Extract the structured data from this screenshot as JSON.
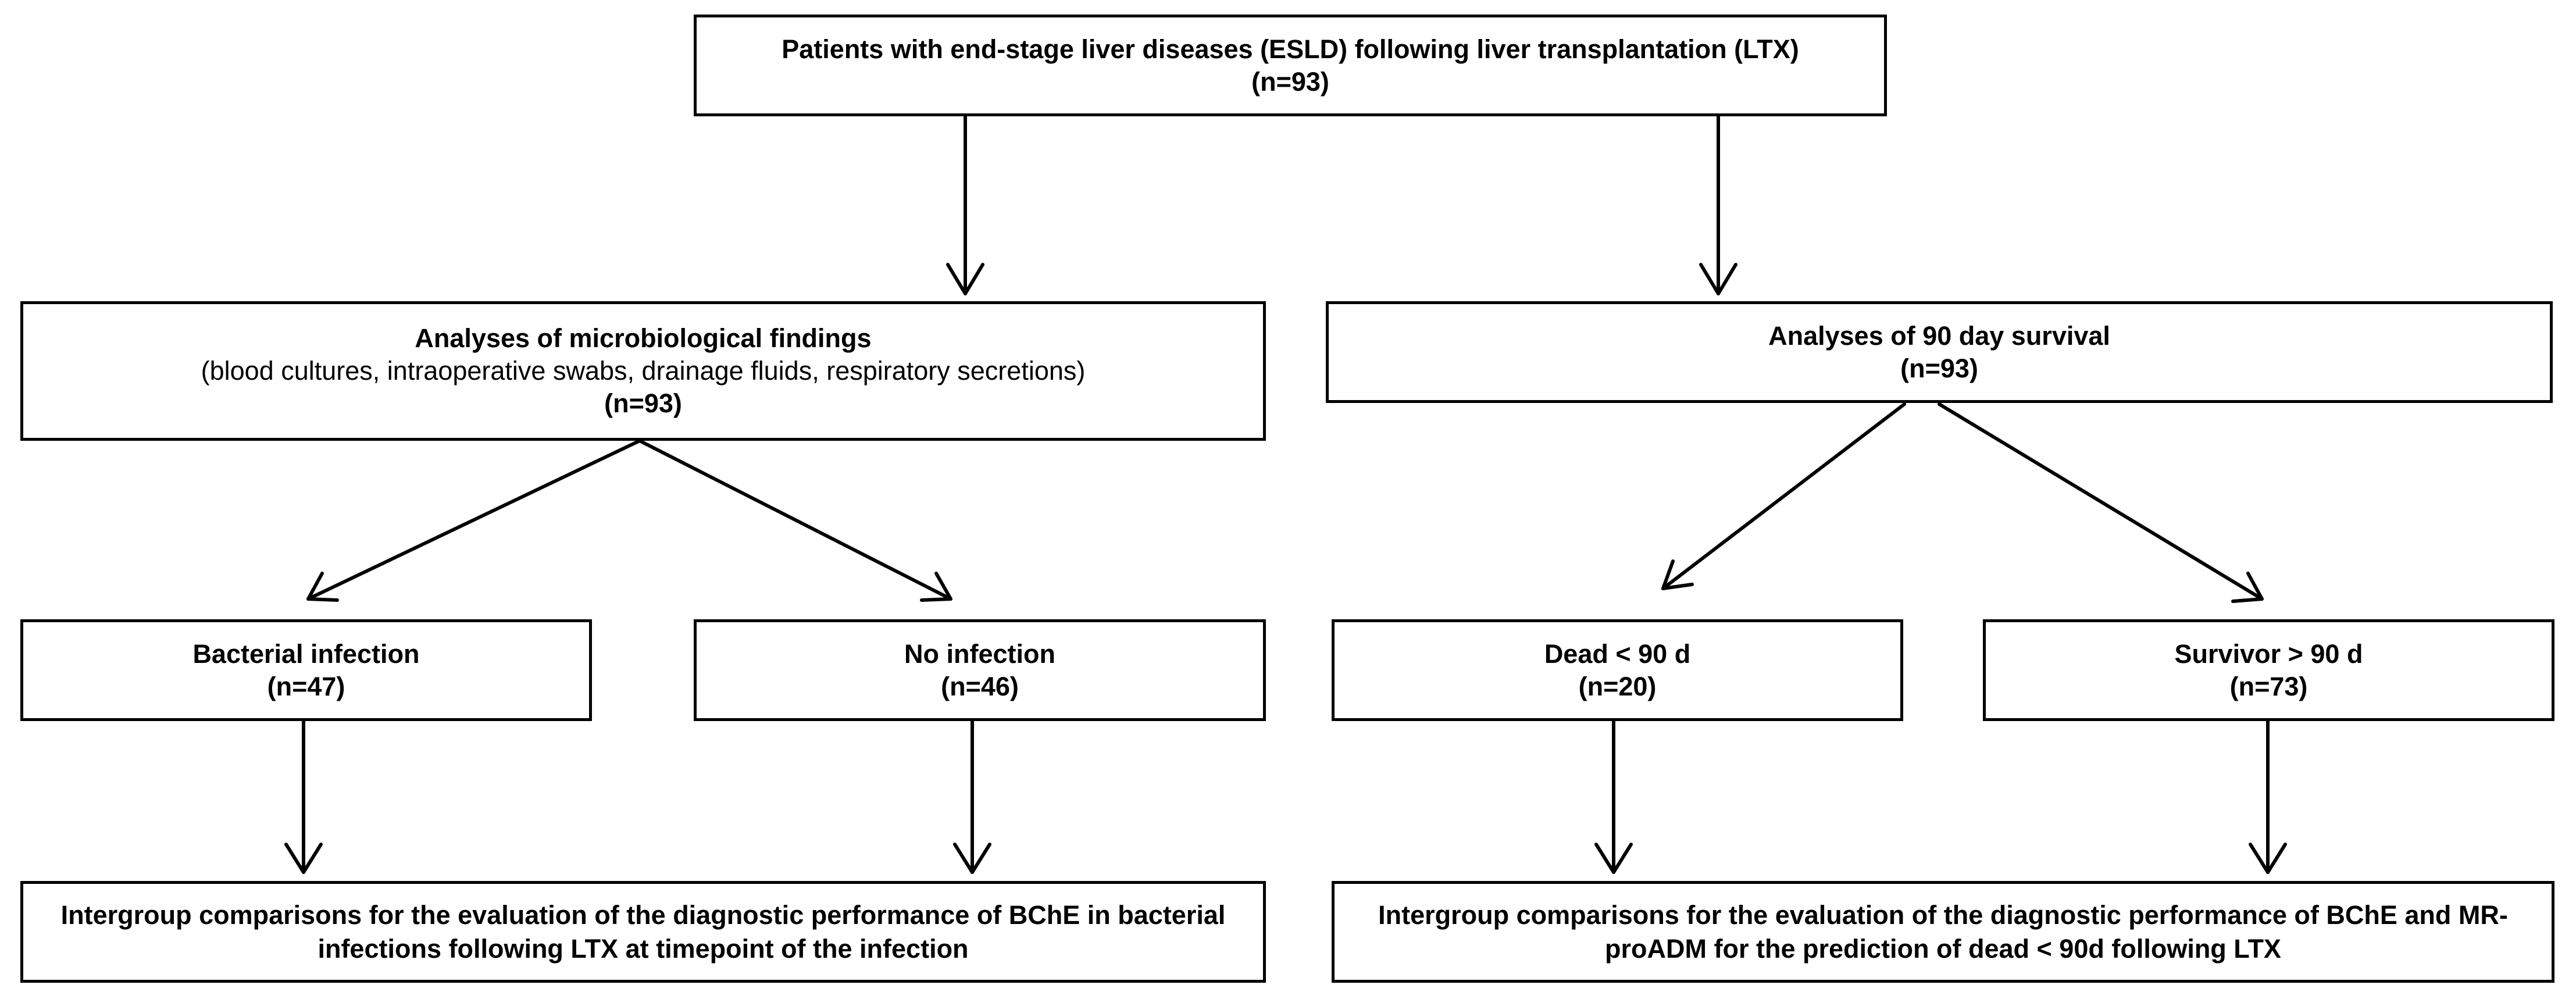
{
  "root": {
    "title": "Patients with end-stage liver diseases (ESLD) following liver transplantation (LTX)",
    "count": "(n=93)"
  },
  "left_branch": {
    "title": "Analyses of microbiological findings",
    "subtitle": "(blood cultures, intraoperative swabs, drainage fluids, respiratory secretions)",
    "count": "(n=93)",
    "groups": [
      {
        "title": "Bacterial infection",
        "count": "(n=47)"
      },
      {
        "title": "No infection",
        "count": "(n=46)"
      }
    ],
    "result": "Intergroup comparisons for the evaluation of the diagnostic performance of BChE in bacterial infections following LTX at timepoint of the infection"
  },
  "right_branch": {
    "title": "Analyses of 90 day survival",
    "count": "(n=93)",
    "groups": [
      {
        "title": "Dead < 90 d",
        "count": "(n=20)"
      },
      {
        "title": "Survivor > 90 d",
        "count": "(n=73)"
      }
    ],
    "result": "Intergroup comparisons for the evaluation of the diagnostic performance of BChE and MR-proADM for the prediction of dead < 90d following LTX"
  },
  "colors": {
    "line": "#000000",
    "box_fill": "#ffffff"
  }
}
